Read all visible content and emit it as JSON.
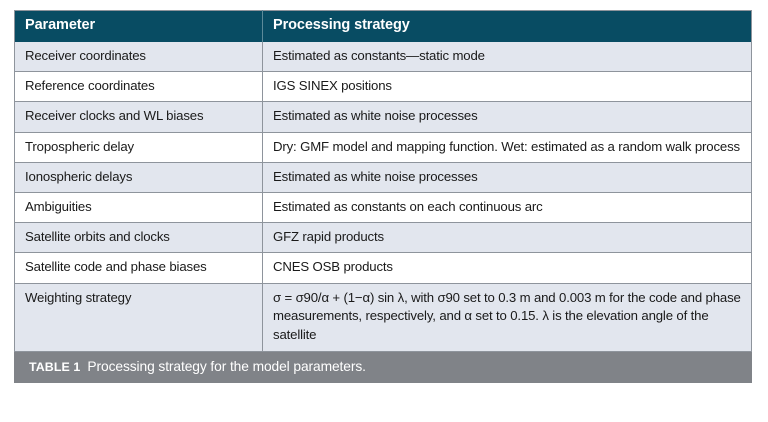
{
  "table": {
    "columns": [
      "Parameter",
      "Processing strategy"
    ],
    "rows": [
      {
        "parameter": "Receiver coordinates",
        "strategy": "Estimated as constants—static mode"
      },
      {
        "parameter": "Reference coordinates",
        "strategy": "IGS SINEX positions"
      },
      {
        "parameter": "Receiver clocks and WL biases",
        "strategy": "Estimated as white noise processes"
      },
      {
        "parameter": "Tropospheric delay",
        "strategy": "Dry: GMF model and mapping function. Wet: estimated as a random walk process"
      },
      {
        "parameter": "Ionospheric delays",
        "strategy": "Estimated as white noise processes"
      },
      {
        "parameter": "Ambiguities",
        "strategy": "Estimated as constants on each continuous arc"
      },
      {
        "parameter": "Satellite orbits and clocks",
        "strategy": "GFZ rapid products"
      },
      {
        "parameter": "Satellite code and phase biases",
        "strategy": "CNES OSB products"
      },
      {
        "parameter": "Weighting strategy",
        "strategy": "σ = σ90/α + (1−α) sin λ,  with σ90 set to 0.3 m and 0.003 m for the code and phase measurements, respectively, and α set to 0.15. λ is the elevation angle of the satellite"
      }
    ]
  },
  "caption": {
    "label": "TABLE 1",
    "text": "Processing strategy for the model parameters."
  },
  "colors": {
    "header_bg": "#084c63",
    "shaded_row_bg": "#e2e6ee",
    "plain_row_bg": "#ffffff",
    "caption_bg": "#808388",
    "border": "#8e949c"
  }
}
